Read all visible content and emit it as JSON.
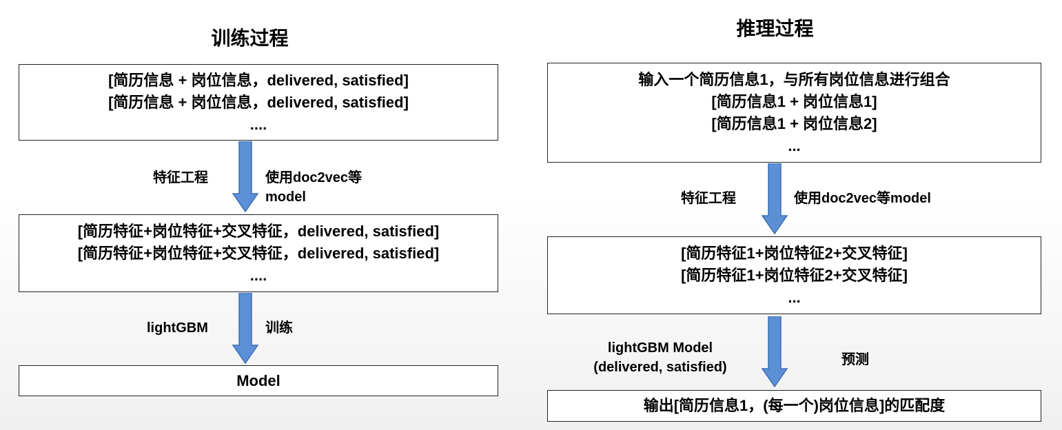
{
  "left": {
    "title": "训练过程",
    "box1": {
      "lines": [
        "[简历信息 + 岗位信息，delivered, satisfied]",
        "[简历信息 + 岗位信息，delivered, satisfied]",
        "...."
      ]
    },
    "arrow1": {
      "left_label": "特征工程",
      "right_label_lines": [
        "使用doc2vec等",
        "model"
      ]
    },
    "box2": {
      "lines": [
        "[简历特征+岗位特征+交叉特征，delivered, satisfied]",
        "[简历特征+岗位特征+交叉特征，delivered, satisfied]",
        "...."
      ]
    },
    "arrow2": {
      "left_label": "lightGBM",
      "right_label": "训练"
    },
    "box3": {
      "text": "Model"
    }
  },
  "right": {
    "title": "推理过程",
    "box1": {
      "lines": [
        "输入一个简历信息1，与所有岗位信息进行组合",
        "[简历信息1 + 岗位信息1]",
        "[简历信息1 + 岗位信息2]",
        "..."
      ]
    },
    "arrow1": {
      "left_label": "特征工程",
      "right_label": "使用doc2vec等model"
    },
    "box2": {
      "lines": [
        "[简历特征1+岗位特征2+交叉特征]",
        "[简历特征1+岗位特征2+交叉特征]",
        "..."
      ]
    },
    "arrow2": {
      "left_label_lines": [
        "lightGBM Model",
        "(delivered, satisfied)"
      ],
      "right_label": "预测"
    },
    "box3": {
      "text": "输出[简历信息1，(每一个)岗位信息]的匹配度"
    }
  },
  "colors": {
    "arrow_fill": "#5b8fd6",
    "arrow_stroke": "#3f6fb5",
    "box_border": "#222222"
  }
}
